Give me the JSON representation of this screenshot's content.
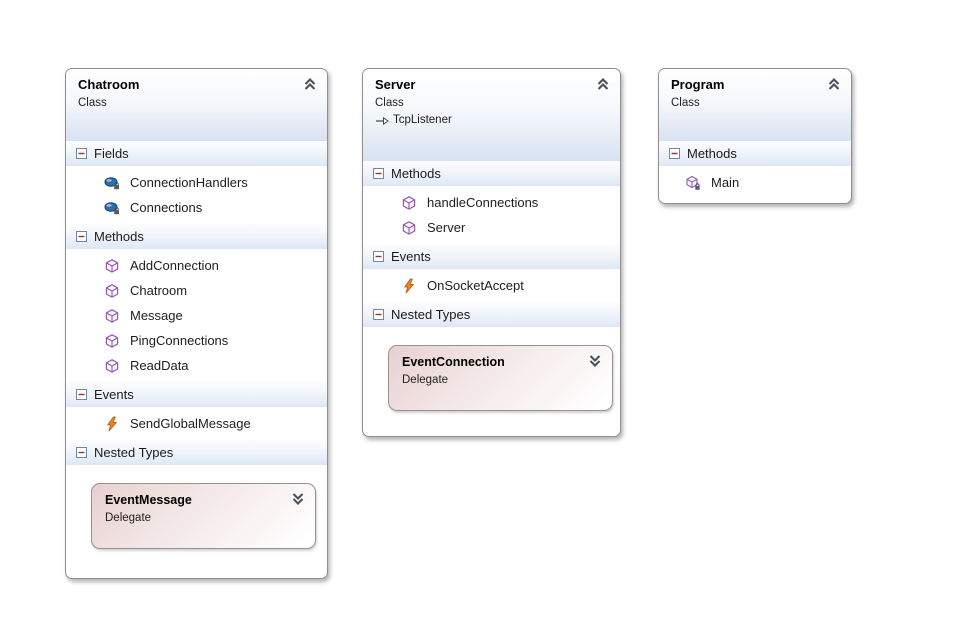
{
  "diagram": {
    "classes": [
      {
        "title": "Chatroom",
        "kind": "Class",
        "collapse_icon": "chevron-double-up-icon",
        "sections": [
          {
            "label": "Fields",
            "expander_icon": "expander-minus-icon",
            "items": [
              {
                "icon": "private-field-icon",
                "label": "ConnectionHandlers"
              },
              {
                "icon": "private-field-icon",
                "label": "Connections"
              }
            ]
          },
          {
            "label": "Methods",
            "expander_icon": "expander-minus-icon",
            "items": [
              {
                "icon": "method-icon",
                "label": "AddConnection"
              },
              {
                "icon": "method-icon",
                "label": "Chatroom"
              },
              {
                "icon": "method-icon",
                "label": "Message"
              },
              {
                "icon": "method-icon",
                "label": "PingConnections"
              },
              {
                "icon": "method-icon",
                "label": "ReadData"
              }
            ]
          },
          {
            "label": "Events",
            "expander_icon": "expander-minus-icon",
            "items": [
              {
                "icon": "event-icon",
                "label": "SendGlobalMessage"
              }
            ]
          },
          {
            "label": "Nested Types",
            "expander_icon": "expander-minus-icon",
            "nested": [
              {
                "title": "EventMessage",
                "kind": "Delegate",
                "expand_icon": "chevron-double-down-icon"
              }
            ]
          }
        ]
      },
      {
        "title": "Server",
        "kind": "Class",
        "inherits": "TcpListener",
        "collapse_icon": "chevron-double-up-icon",
        "sections": [
          {
            "label": "Methods",
            "expander_icon": "expander-minus-icon",
            "items": [
              {
                "icon": "method-icon",
                "label": "handleConnections"
              },
              {
                "icon": "method-icon",
                "label": "Server"
              }
            ]
          },
          {
            "label": "Events",
            "expander_icon": "expander-minus-icon",
            "items": [
              {
                "icon": "event-icon",
                "label": "OnSocketAccept"
              }
            ]
          },
          {
            "label": "Nested Types",
            "expander_icon": "expander-minus-icon",
            "nested": [
              {
                "title": "EventConnection",
                "kind": "Delegate",
                "expand_icon": "chevron-double-down-icon"
              }
            ]
          }
        ]
      },
      {
        "title": "Program",
        "kind": "Class",
        "collapse_icon": "chevron-double-up-icon",
        "sections": [
          {
            "label": "Methods",
            "expander_icon": "expander-minus-icon",
            "items": [
              {
                "icon": "private-method-icon",
                "label": "Main"
              }
            ]
          }
        ]
      }
    ]
  },
  "colors": {
    "box_border": "#8f8f8f",
    "class_header_bottom": "#d8e2f1",
    "section_header_bottom": "#dde7f5",
    "nested_delegate_tint": "#e8d0d0",
    "field_icon_blue": "#2a6fb0",
    "method_icon_purple": "#9257b5",
    "event_icon_orange": "#f08427",
    "chevron_gray": "#49525c",
    "expander_minus_red": "#953734"
  }
}
